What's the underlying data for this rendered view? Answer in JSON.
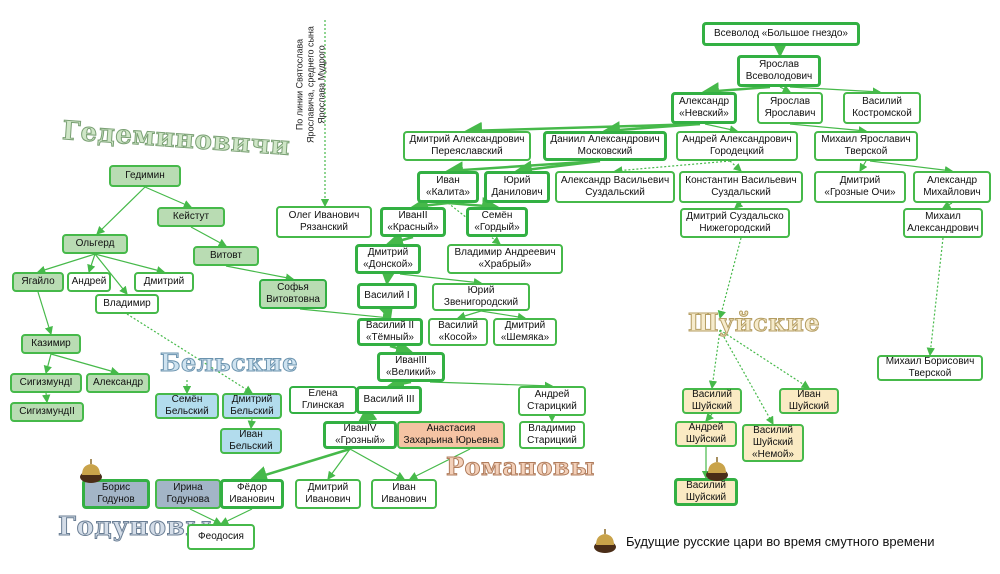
{
  "colors": {
    "line": "#46b94a",
    "gediminid_fill": "#b9dcb3",
    "belsky_fill": "#b2dced",
    "shuisky_fill": "#faeac3",
    "godunov_fill": "#a3b5c7",
    "romanov_fill": "#f5c3a3"
  },
  "dynasties": {
    "gediminovichi": "Гедеминовичи",
    "belskie": "Бельские",
    "shuiskie": "Шуйские",
    "romanovy": "Романовы",
    "godunovy": "Годуновы"
  },
  "note_vertical": "По линии Святослава Ярославича, среднего сына Ярослава Мудрого",
  "legend": {
    "icon": "crown-icon",
    "text": "Будущие русские цари во время смутного времени"
  },
  "nodes": {
    "vsevolod": "Всеволод «Большое гнездо»",
    "yaroslav_vs": "Ярослав\nВсеволодович",
    "alexander_nevsky": "Александр\n«Невский»",
    "yaroslav_yar": "Ярослав\nЯрославич",
    "vasily_kostr": "Василий\nКостромской",
    "dmitry_peresl": "Дмитрий Александрович\nПереяславский",
    "daniil_mosk": "Даниил Александрович\nМосковский",
    "andrey_gorod": "Андрей Александрович\nГородецкий",
    "mikhail_tver": "Михаил Ярославич\nТверской",
    "ivan_kalita": "Иван\n«Калита»",
    "yury_dan": "Юрий\nДанилович",
    "alexander_suzd": "Александр Васильевич\nСуздальский",
    "konstantin_suzd": "Константин Васильевич\nСуздальский",
    "dmitry_groznye": "Дмитрий\n«Грозные Очи»",
    "alexander_mikh": "Александр\nМихайлович",
    "oleg_ryaz": "Олег Иванович\nРязанский",
    "ivan2": "ИванII\n«Красный»",
    "semen_gordy": "Семён\n«Гордый»",
    "dmitry_suzd_nizh": "Дмитрий Суздальско\nНижегородский",
    "mikhail_alex": "Михаил\nАлександрович",
    "dmitry_donskoy": "Дмитрий\n«Донской»",
    "vladimir_hrabry": "Владимир Андреевич\n«Храбрый»",
    "vasily1": "Василий I",
    "yury_zven": "Юрий\nЗвенигородский",
    "vasily2": "Василий II\n«Тёмный»",
    "vasily_kosoy": "Василий\n«Косой»",
    "dmitry_shemyaka": "Дмитрий\n«Шемяка»",
    "ivan3": "ИванIII\n«Великий»",
    "elena_glinskaya": "Елена\nГлинская",
    "vasily3": "Василий III",
    "andrey_star": "Андрей\nСтарицкий",
    "ivan4": "ИванIV\n«Грозный»",
    "anastasia": "Анастасия\nЗахарьина Юрьевна",
    "vladimir_star": "Владимир\nСтарицкий",
    "boris_godunov": "Борис\nГодунов",
    "irina_godunova": "Ирина\nГодунова",
    "fedor_iv": "Фёдор\nИванович",
    "dmitry_iv": "Дмитрий\nИванович",
    "ivan_iv": "Иван\nИванович",
    "feodosia": "Феодосия",
    "gedimin": "Гедимин",
    "keistut": "Кейстут",
    "olgerd": "Ольгерд",
    "vitovt": "Витовт",
    "yagailo": "Ягайло",
    "andrey_olg": "Андрей",
    "dmitry_olg": "Дмитрий",
    "vladimir_olg": "Владимир",
    "sofia_vit": "Софья\nВитовтовна",
    "kazimir": "Казимир",
    "sigismund1": "СигизмундI",
    "alexander_kaz": "Александр",
    "sigismund2": "СигизмундII",
    "semen_belsky": "Семён\nБельский",
    "dmitry_belsky": "Дмитрий\nБельский",
    "ivan_belsky": "Иван\nБельский",
    "vasily_shuisky1": "Василий\nШуйский",
    "ivan_shuisky": "Иван\nШуйский",
    "andrey_shuisky": "Андрей\nШуйский",
    "vasily_shuisky_nemoy": "Василий\nШуйский\n«Немой»",
    "vasily_shuisky_tsar": "Василий\nШуйский",
    "mikhail_bor_tver": "Михаил Борисович\nТверской"
  }
}
